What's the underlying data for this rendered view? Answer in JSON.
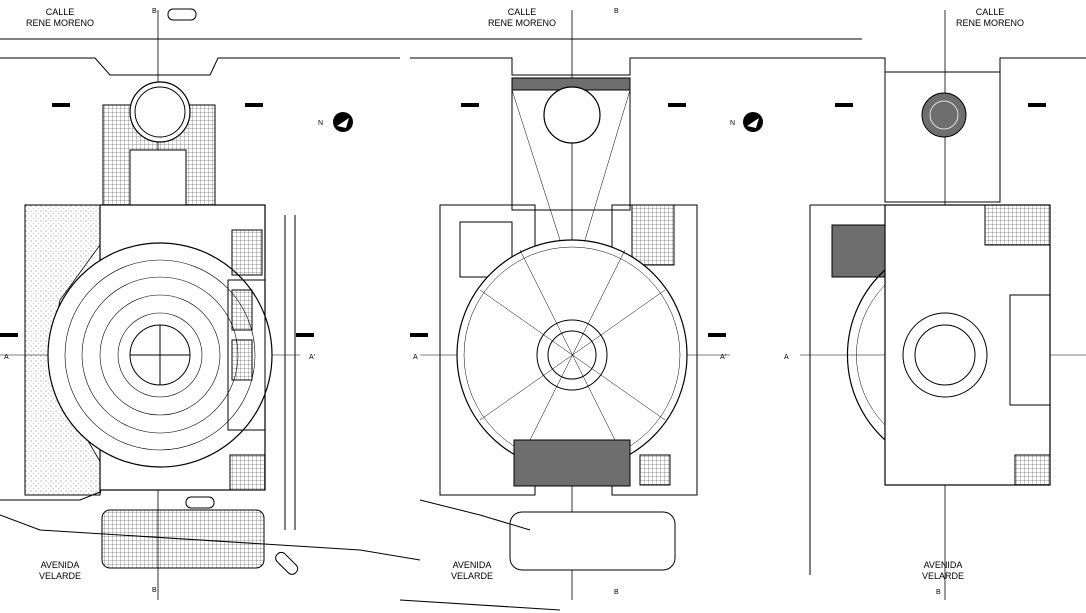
{
  "labels": {
    "street_top_1": "CALLE",
    "street_top_2": "RENE MORENO",
    "street_bottom_1": "AVENIDA",
    "street_bottom_2": "VELARDE",
    "section_a": "A",
    "section_a_prime": "A'",
    "north": "N",
    "axis_tag": "B"
  },
  "plans": [
    {
      "name": "plan-left"
    },
    {
      "name": "plan-middle"
    },
    {
      "name": "plan-right"
    }
  ],
  "colors": {
    "line": "#000000",
    "fill_dark": "#6e6e6e",
    "hatch": "#9a9a9a",
    "background": "#ffffff"
  }
}
